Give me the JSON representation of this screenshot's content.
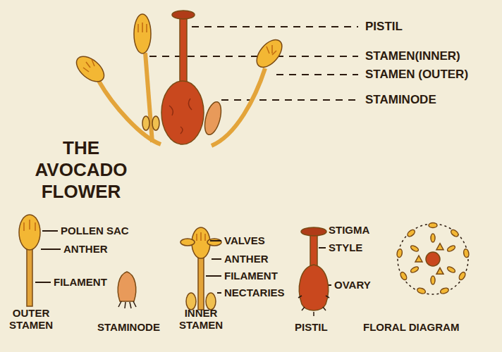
{
  "diagram": {
    "title": "THE AVOCADO FLOWER",
    "labels": [
      "PISTIL",
      "STAMEN(INNER)",
      "STAMEN (OUTER)",
      "STAMINODE",
      "POLLEN SAC",
      "ANTHER",
      "FILAMENT",
      "OUTER STAMEN",
      "STAMINODE",
      "VALVES",
      "ANTHER",
      "FILAMENT",
      "NECTARIES",
      "INNER STAMEN",
      "STIGMA",
      "STYLE",
      "OVARY",
      "PISTIL",
      "FLORAL DIAGRAM"
    ]
  }
}
